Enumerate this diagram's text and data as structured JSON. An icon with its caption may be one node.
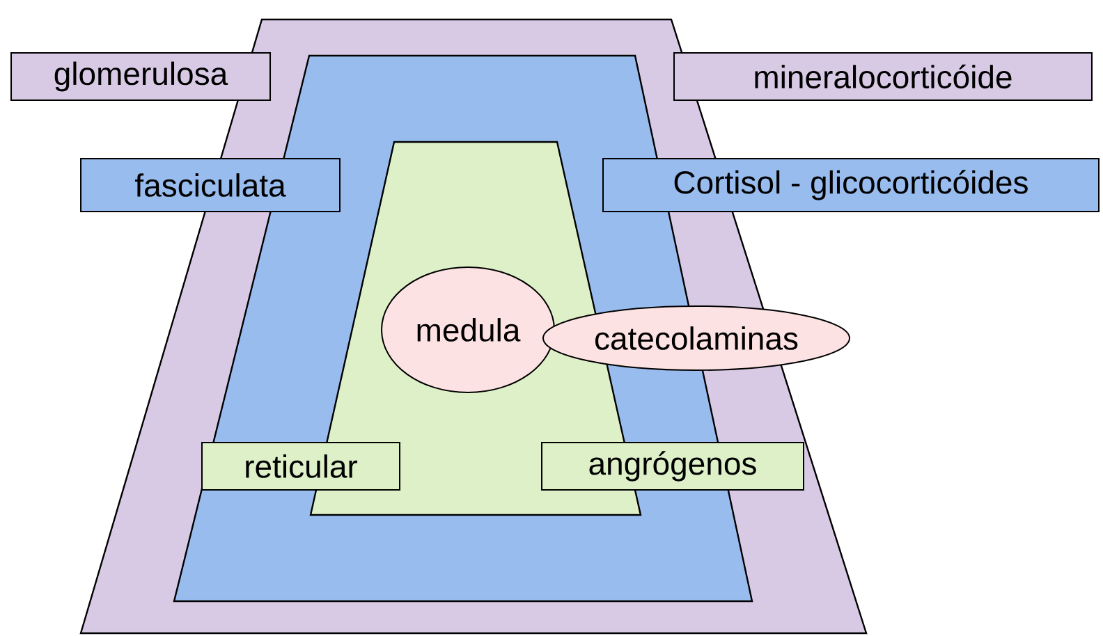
{
  "diagram": {
    "nodes": [
      {
        "text": [
          "glomerulosa"
        ]
      },
      {
        "text": [
          "mineralocorticóide"
        ]
      },
      {
        "text": [
          "fasciculata"
        ]
      },
      {
        "text": [
          "Cortisol - glicocorticóides"
        ]
      },
      {
        "text": [
          "medula"
        ]
      },
      {
        "text": [
          "catecolaminas"
        ]
      },
      {
        "text": [
          "reticular"
        ]
      },
      {
        "text": [
          "angrógenos"
        ]
      }
    ]
  }
}
